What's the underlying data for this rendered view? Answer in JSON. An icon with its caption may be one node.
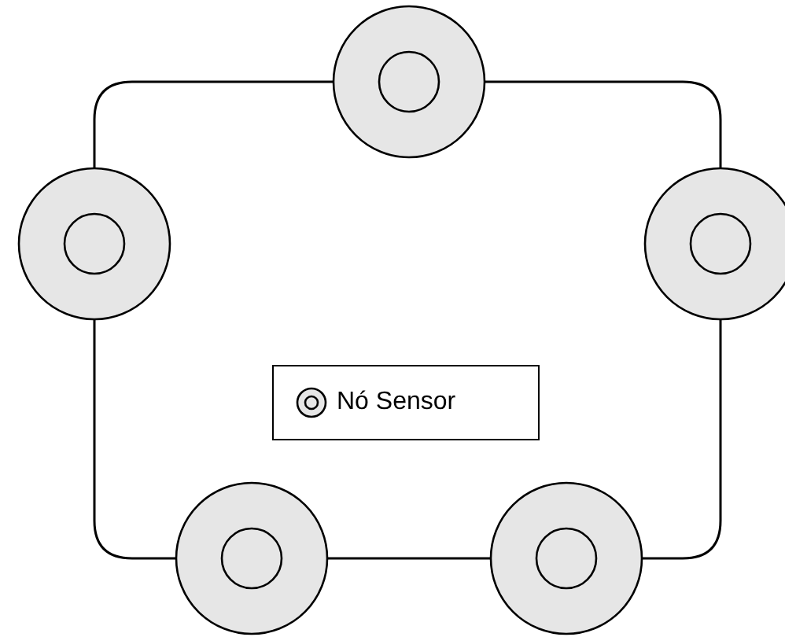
{
  "diagram": {
    "nodes": [
      {
        "text": [],
        "shape": "circle"
      },
      {
        "text": [],
        "shape": "circle"
      },
      {
        "text": [],
        "shape": "circle"
      },
      {
        "text": [],
        "shape": "circle"
      },
      {
        "text": [],
        "shape": "circle"
      }
    ],
    "edges": [
      {
        "from": 0,
        "to": 2,
        "arrow": "none"
      },
      {
        "from": 2,
        "to": 4,
        "arrow": "none"
      },
      {
        "from": 4,
        "to": 3,
        "arrow": "none"
      },
      {
        "from": 3,
        "to": 1,
        "arrow": "none"
      },
      {
        "from": 1,
        "to": 0,
        "arrow": "none"
      }
    ],
    "legend": [
      {
        "text": "Nó Sensor"
      }
    ]
  }
}
